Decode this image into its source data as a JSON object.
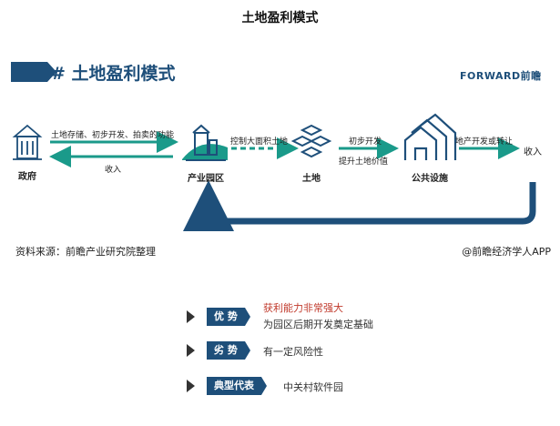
{
  "page_title": "土地盈利模式",
  "header": {
    "title": "# 土地盈利模式",
    "brand": "FORWARD前瞻"
  },
  "nodes": [
    {
      "id": "gov",
      "label": "政府"
    },
    {
      "id": "park",
      "label": "产业园区"
    },
    {
      "id": "land",
      "label": "土地"
    },
    {
      "id": "facility",
      "label": "公共设施"
    },
    {
      "id": "income_end",
      "label": "收入"
    }
  ],
  "flows": {
    "gov_to_park": "土地存储、初步开发、拍卖的功能",
    "park_to_gov": "收入",
    "park_to_land": "控制大面积土地",
    "land_to_facility_top": "初步开发",
    "land_to_facility_bottom": "提升土地价值",
    "facility_to_income": "地产开发或转让"
  },
  "source_left": "资料来源：前瞻产业研究院整理",
  "source_right": "@前瞻经济学人APP",
  "legend": {
    "advantage": {
      "tag": "优 势",
      "line1": "获利能力非常强大",
      "line2": "为园区后期开发奠定基础"
    },
    "disadvantage": {
      "tag": "劣 势",
      "line1": "有一定风险性"
    },
    "example": {
      "tag": "典型代表",
      "line1": "中关村软件园"
    }
  }
}
